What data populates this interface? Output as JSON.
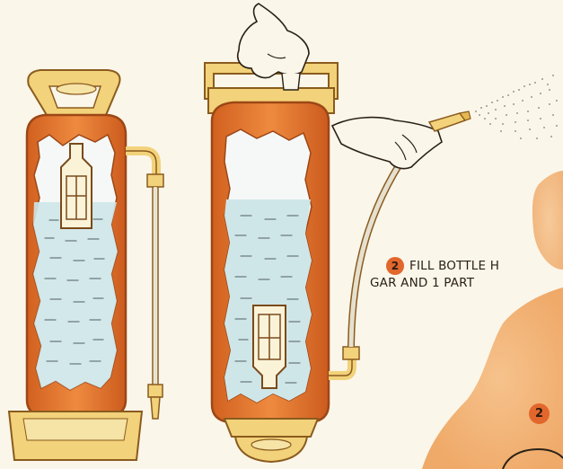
{
  "caption": {
    "step_number": "2",
    "line1": "FILL BOTTLE H",
    "line2": "GAR AND 1 PART"
  },
  "badge_bottom": {
    "step_number": "2"
  },
  "colors": {
    "background": "#fbf6ea",
    "extinguisher_orange": "#e0762e",
    "extinguisher_outline": "#b4531b",
    "liquid_blue": "#cfe6e8",
    "interior_white": "#f6f8f7",
    "blob_orange": "#f2b37a",
    "badge_orange": "#e2672c",
    "brass": "#f2d27a"
  }
}
